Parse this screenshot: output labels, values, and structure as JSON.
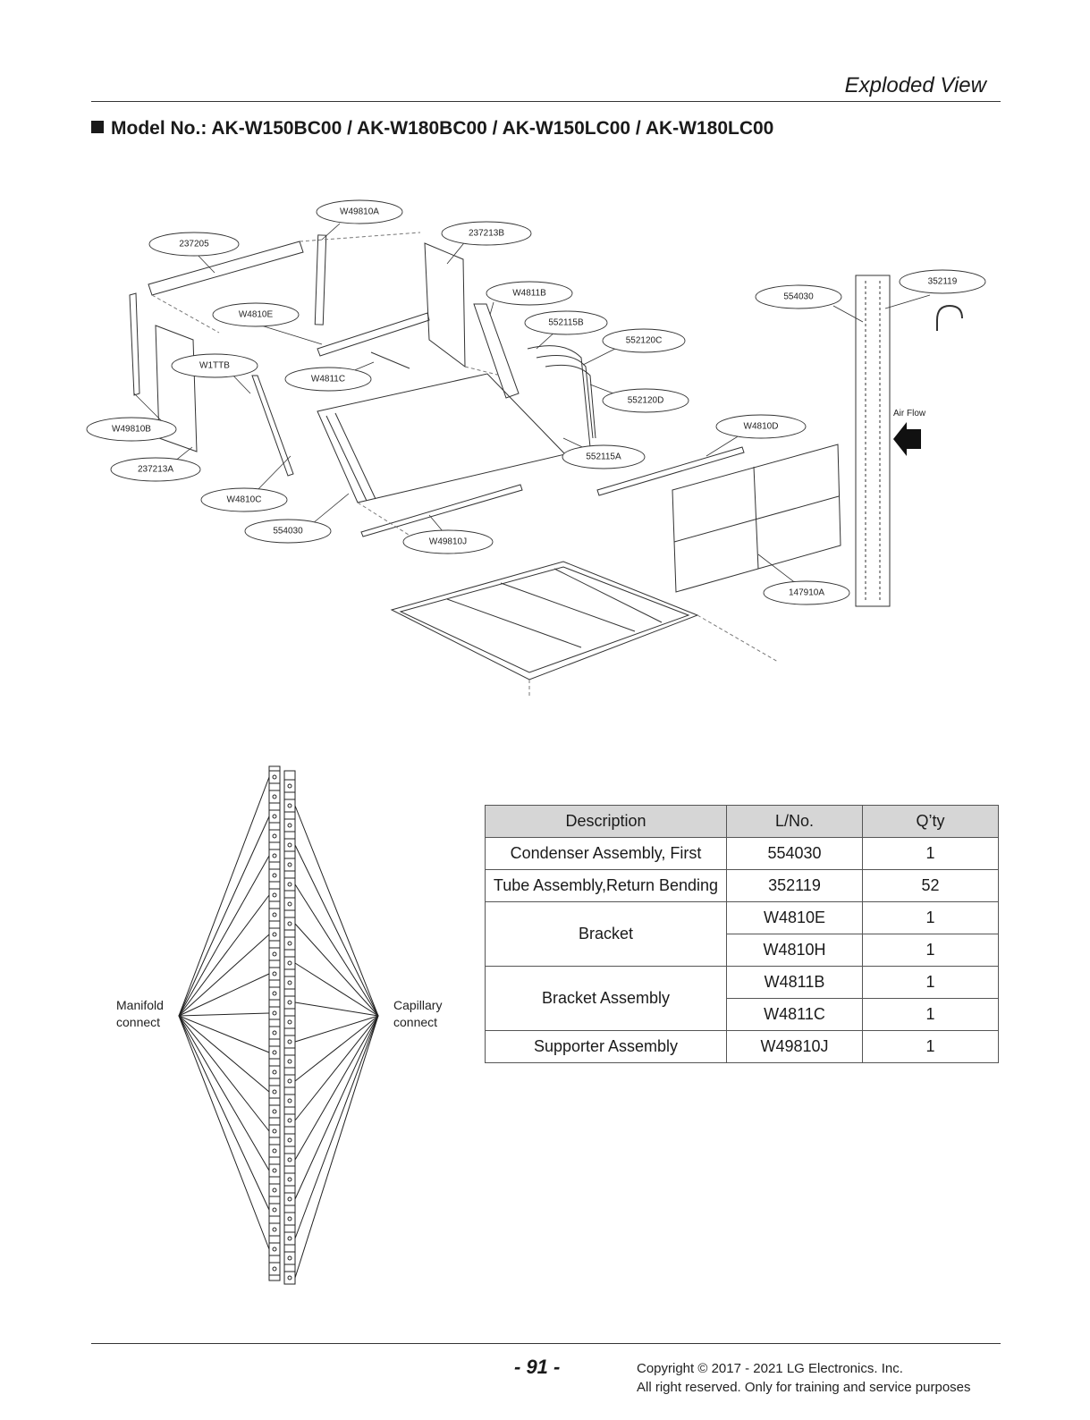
{
  "header": {
    "title": "Exploded View"
  },
  "model_line": "Model No.: AK-W150BC00 / AK-W180BC00 / AK-W150LC00 / AK-W180LC00",
  "callouts": [
    "W49810A",
    "237213B",
    "237205",
    "352119",
    "W4811B",
    "554030",
    "W4810E",
    "552115B",
    "552120C",
    "W1TTB",
    "W4811C",
    "552120D",
    "W49810B",
    "W4810D",
    "552115A",
    "237213A",
    "W4810C",
    "554030",
    "W49810J",
    "147910A"
  ],
  "air_flow_label": "Air Flow",
  "schematic": {
    "left_label": "Manifold\nconnect",
    "right_label": "Capillary\nconnect"
  },
  "table": {
    "headers": [
      "Description",
      "L/No.",
      "Q’ty"
    ],
    "rows": [
      [
        "Condenser Assembly, First",
        "554030",
        "1"
      ],
      [
        "Tube Assembly,Return Bending",
        "352119",
        "52"
      ],
      [
        "Bracket",
        "W4810E",
        "1"
      ],
      [
        "",
        "W4810H",
        "1"
      ],
      [
        "Bracket Assembly",
        "W4811B",
        "1"
      ],
      [
        "",
        "W4811C",
        "1"
      ],
      [
        "Supporter Assembly",
        "W49810J",
        "1"
      ]
    ]
  },
  "footer": {
    "page": "- 91 -",
    "copyright_line1": "Copyright © 2017 - 2021 LG Electronics. Inc.",
    "copyright_line2": "All right reserved. Only for training and service purposes"
  }
}
